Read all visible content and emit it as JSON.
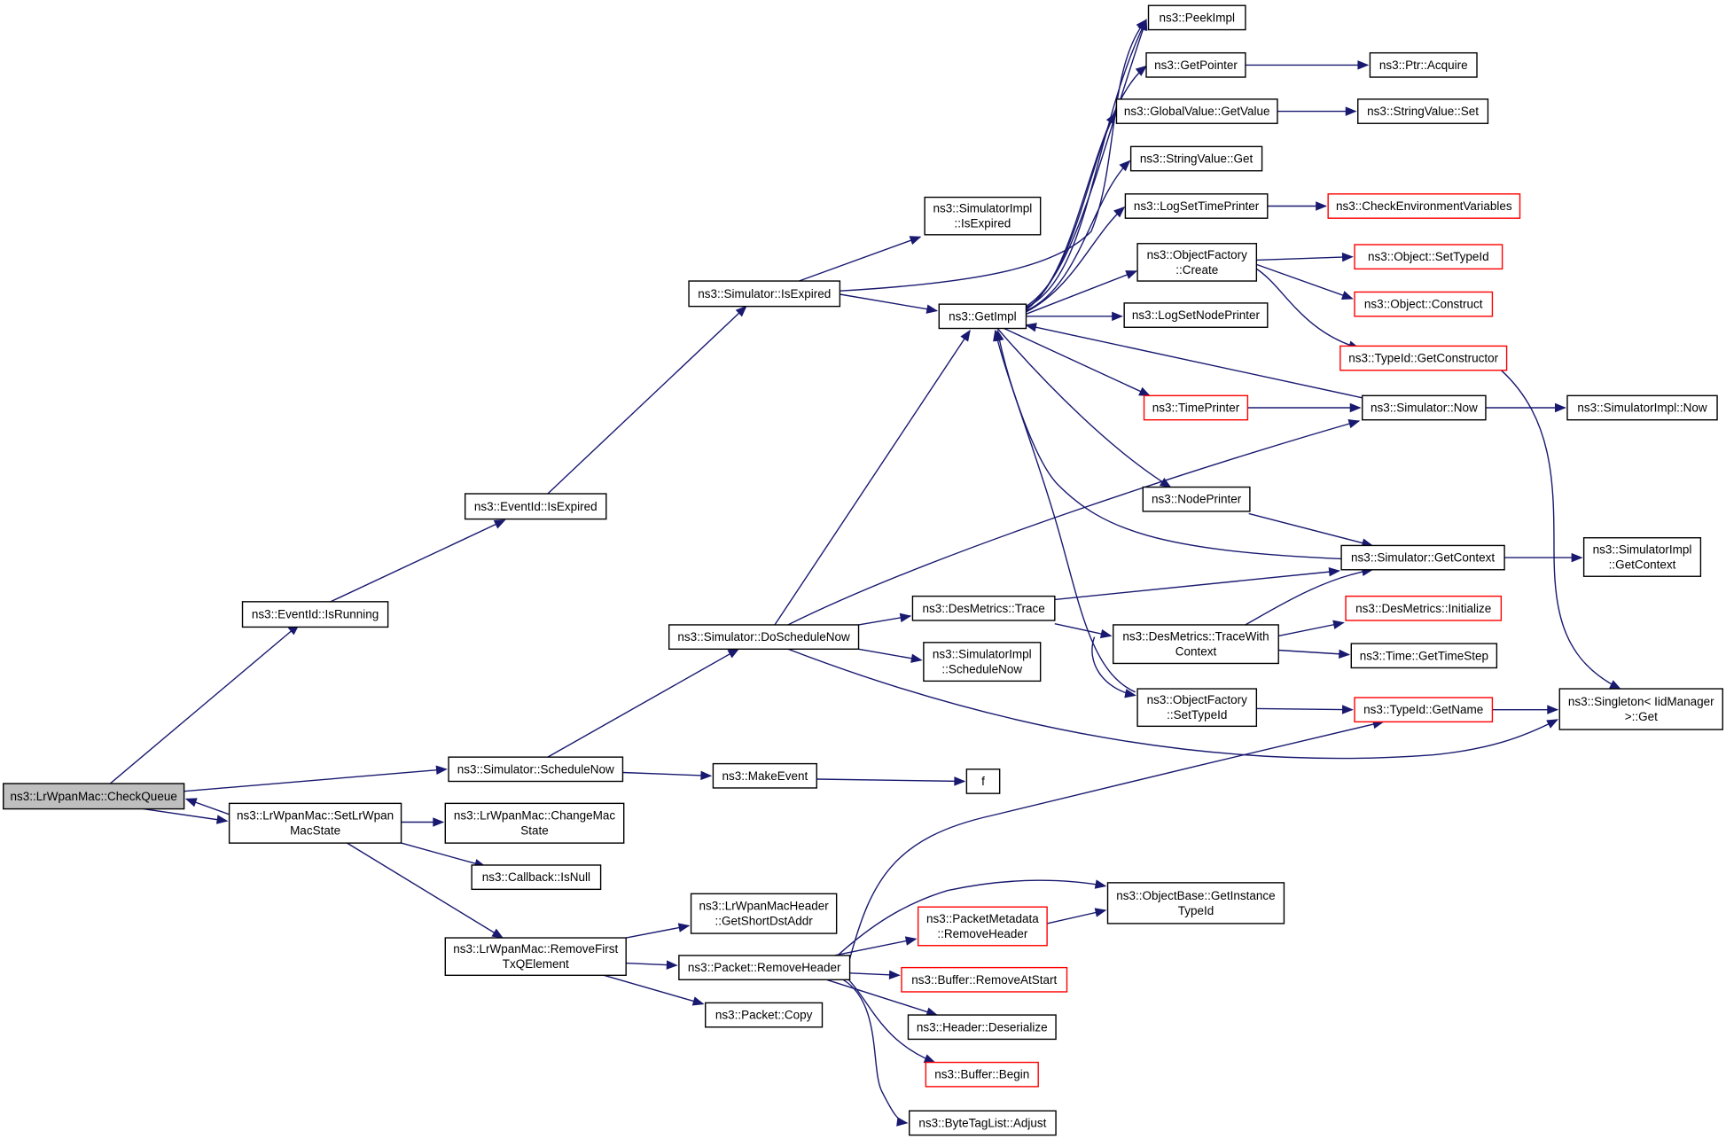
{
  "graph": {
    "nodes": [
      {
        "id": "checkqueue",
        "lines": [
          "ns3::LrWpanMac::CheckQueue"
        ],
        "root": true,
        "red": false
      },
      {
        "id": "isrunning",
        "lines": [
          "ns3::EventId::IsRunning"
        ],
        "red": false
      },
      {
        "id": "evexpired",
        "lines": [
          "ns3::EventId::IsExpired"
        ],
        "red": false
      },
      {
        "id": "simexpired",
        "lines": [
          "ns3::Simulator::IsExpired"
        ],
        "red": false
      },
      {
        "id": "implexpired",
        "lines": [
          "ns3::SimulatorImpl",
          "::IsExpired"
        ],
        "red": false
      },
      {
        "id": "getimpl",
        "lines": [
          "ns3::GetImpl"
        ],
        "red": false
      },
      {
        "id": "peekimpl",
        "lines": [
          "ns3::PeekImpl"
        ],
        "red": false
      },
      {
        "id": "getpointer",
        "lines": [
          "ns3::GetPointer"
        ],
        "red": false
      },
      {
        "id": "ptracquire",
        "lines": [
          "ns3::Ptr::Acquire"
        ],
        "red": false
      },
      {
        "id": "gvgetvalue",
        "lines": [
          "ns3::GlobalValue::GetValue"
        ],
        "red": false
      },
      {
        "id": "strset",
        "lines": [
          "ns3::StringValue::Set"
        ],
        "red": false
      },
      {
        "id": "strget",
        "lines": [
          "ns3::StringValue::Get"
        ],
        "red": false
      },
      {
        "id": "logsettime",
        "lines": [
          "ns3::LogSetTimePrinter"
        ],
        "red": false
      },
      {
        "id": "checkenv",
        "lines": [
          "ns3::CheckEnvironmentVariables"
        ],
        "red": true
      },
      {
        "id": "ofcreate",
        "lines": [
          "ns3::ObjectFactory",
          "::Create"
        ],
        "red": false
      },
      {
        "id": "objsettypeid",
        "lines": [
          "ns3::Object::SetTypeId"
        ],
        "red": true
      },
      {
        "id": "objconstruct",
        "lines": [
          "ns3::Object::Construct"
        ],
        "red": true
      },
      {
        "id": "getconstructor",
        "lines": [
          "ns3::TypeId::GetConstructor"
        ],
        "red": true
      },
      {
        "id": "logsetnode",
        "lines": [
          "ns3::LogSetNodePrinter"
        ],
        "red": false
      },
      {
        "id": "timeprinter",
        "lines": [
          "ns3::TimePrinter"
        ],
        "red": true
      },
      {
        "id": "simnow",
        "lines": [
          "ns3::Simulator::Now"
        ],
        "red": false
      },
      {
        "id": "implnow",
        "lines": [
          "ns3::SimulatorImpl::Now"
        ],
        "red": false
      },
      {
        "id": "nodeprinter",
        "lines": [
          "ns3::NodePrinter"
        ],
        "red": false
      },
      {
        "id": "simgetcontext",
        "lines": [
          "ns3::Simulator::GetContext"
        ],
        "red": false
      },
      {
        "id": "implgetcontext",
        "lines": [
          "ns3::SimulatorImpl",
          "::GetContext"
        ],
        "red": false
      },
      {
        "id": "dmtrace",
        "lines": [
          "ns3::DesMetrics::Trace"
        ],
        "red": false
      },
      {
        "id": "dmtracewith",
        "lines": [
          "ns3::DesMetrics::TraceWith",
          "Context"
        ],
        "red": false
      },
      {
        "id": "dminit",
        "lines": [
          "ns3::DesMetrics::Initialize"
        ],
        "red": true
      },
      {
        "id": "timestep",
        "lines": [
          "ns3::Time::GetTimeStep"
        ],
        "red": false
      },
      {
        "id": "dosched",
        "lines": [
          "ns3::Simulator::DoScheduleNow"
        ],
        "red": false
      },
      {
        "id": "implsched",
        "lines": [
          "ns3::SimulatorImpl",
          "::ScheduleNow"
        ],
        "red": false
      },
      {
        "id": "ofsettypeid",
        "lines": [
          "ns3::ObjectFactory",
          "::SetTypeId"
        ],
        "red": false
      },
      {
        "id": "tidgetname",
        "lines": [
          "ns3::TypeId::GetName"
        ],
        "red": true
      },
      {
        "id": "singleton",
        "lines": [
          "ns3::Singleton< IidManager",
          ">::Get"
        ],
        "red": false
      },
      {
        "id": "schednow",
        "lines": [
          "ns3::Simulator::ScheduleNow"
        ],
        "red": false
      },
      {
        "id": "makeevent",
        "lines": [
          "ns3::MakeEvent"
        ],
        "red": false
      },
      {
        "id": "f",
        "lines": [
          "f"
        ],
        "red": false
      },
      {
        "id": "setstate",
        "lines": [
          "ns3::LrWpanMac::SetLrWpan",
          "MacState"
        ],
        "red": false
      },
      {
        "id": "changestate",
        "lines": [
          "ns3::LrWpanMac::ChangeMac",
          "State"
        ],
        "red": false
      },
      {
        "id": "cbisnull",
        "lines": [
          "ns3::Callback::IsNull"
        ],
        "red": false
      },
      {
        "id": "removefirst",
        "lines": [
          "ns3::LrWpanMac::RemoveFirst",
          "TxQElement"
        ],
        "red": false
      },
      {
        "id": "getshortdst",
        "lines": [
          "ns3::LrWpanMacHeader",
          "::GetShortDstAddr"
        ],
        "red": false
      },
      {
        "id": "pktremovehdr",
        "lines": [
          "ns3::Packet::RemoveHeader"
        ],
        "red": false
      },
      {
        "id": "pktcopy",
        "lines": [
          "ns3::Packet::Copy"
        ],
        "red": false
      },
      {
        "id": "objgetinstance",
        "lines": [
          "ns3::ObjectBase::GetInstance",
          "TypeId"
        ],
        "red": false
      },
      {
        "id": "pmremovehdr",
        "lines": [
          "ns3::PacketMetadata",
          "::RemoveHeader"
        ],
        "red": true
      },
      {
        "id": "bufremove",
        "lines": [
          "ns3::Buffer::RemoveAtStart"
        ],
        "red": true
      },
      {
        "id": "hdrdeser",
        "lines": [
          "ns3::Header::Deserialize"
        ],
        "red": false
      },
      {
        "id": "bufbegin",
        "lines": [
          "ns3::Buffer::Begin"
        ],
        "red": true
      },
      {
        "id": "btladjust",
        "lines": [
          "ns3::ByteTagList::Adjust"
        ],
        "red": false
      }
    ]
  }
}
